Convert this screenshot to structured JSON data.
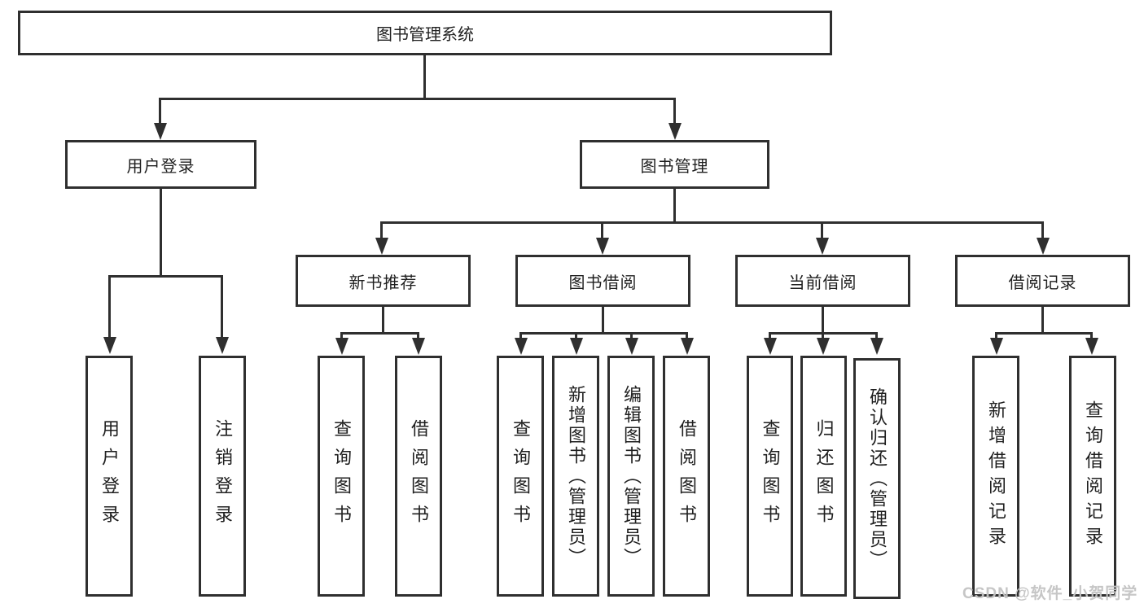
{
  "diagram": {
    "type": "hierarchy-tree",
    "tree": {
      "root": {
        "label": "图书管理系统",
        "children": [
          {
            "label": "用户登录",
            "children": [
              {
                "label": "用户登录"
              },
              {
                "label": "注销登录"
              }
            ]
          },
          {
            "label": "图书管理",
            "children": [
              {
                "label": "新书推荐",
                "children": [
                  {
                    "label": "查询图书"
                  },
                  {
                    "label": "借阅图书"
                  }
                ]
              },
              {
                "label": "图书借阅",
                "children": [
                  {
                    "label": "查询图书"
                  },
                  {
                    "label": "新增图书（管理员）"
                  },
                  {
                    "label": "编辑图书（管理员）"
                  },
                  {
                    "label": "借阅图书"
                  }
                ]
              },
              {
                "label": "当前借阅",
                "children": [
                  {
                    "label": "查询图书"
                  },
                  {
                    "label": "归还图书"
                  },
                  {
                    "label": "确认归还（管理员）"
                  }
                ]
              },
              {
                "label": "借阅记录",
                "children": [
                  {
                    "label": "新增借阅记录"
                  },
                  {
                    "label": "查询借阅记录"
                  }
                ]
              }
            ]
          }
        ]
      }
    },
    "colors": {
      "line": "#2f2f2f",
      "box_border": "#2f2f2f",
      "box_fill": "#ffffff",
      "text": "#1f1f1f",
      "background": "#ffffff",
      "watermark": "#c3c3c3"
    }
  },
  "watermark": {
    "text": "CSDN @软件_小贺同学"
  }
}
